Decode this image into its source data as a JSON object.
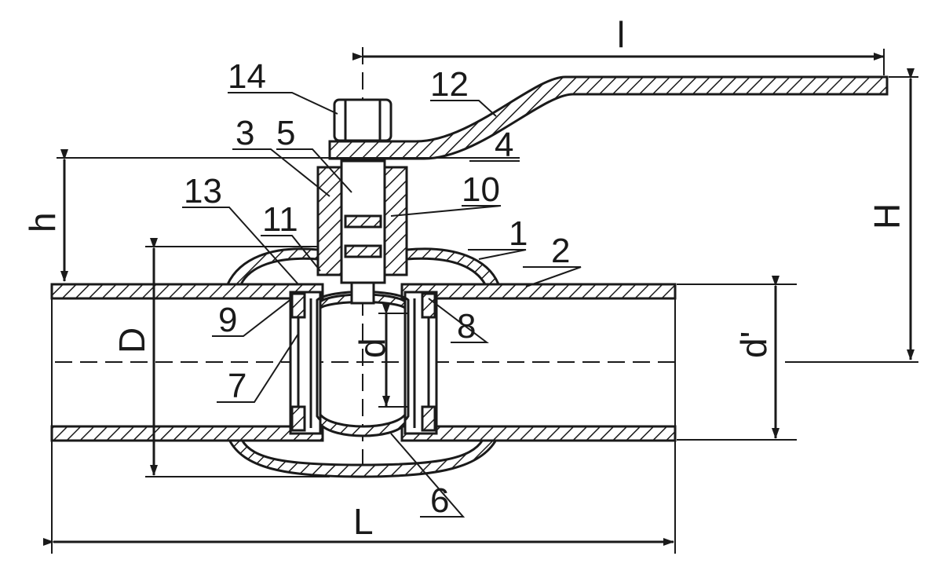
{
  "diagram": {
    "part_labels": [
      "1",
      "2",
      "3",
      "4",
      "5",
      "6",
      "7",
      "8",
      "9",
      "10",
      "11",
      "12",
      "13",
      "14"
    ],
    "dimension_labels": {
      "handle_length": "l",
      "overall_height": "H",
      "stem_height": "h",
      "body_diameter": "D",
      "bore": "d",
      "pipe_diameter": "d'",
      "overall_length": "L"
    }
  }
}
